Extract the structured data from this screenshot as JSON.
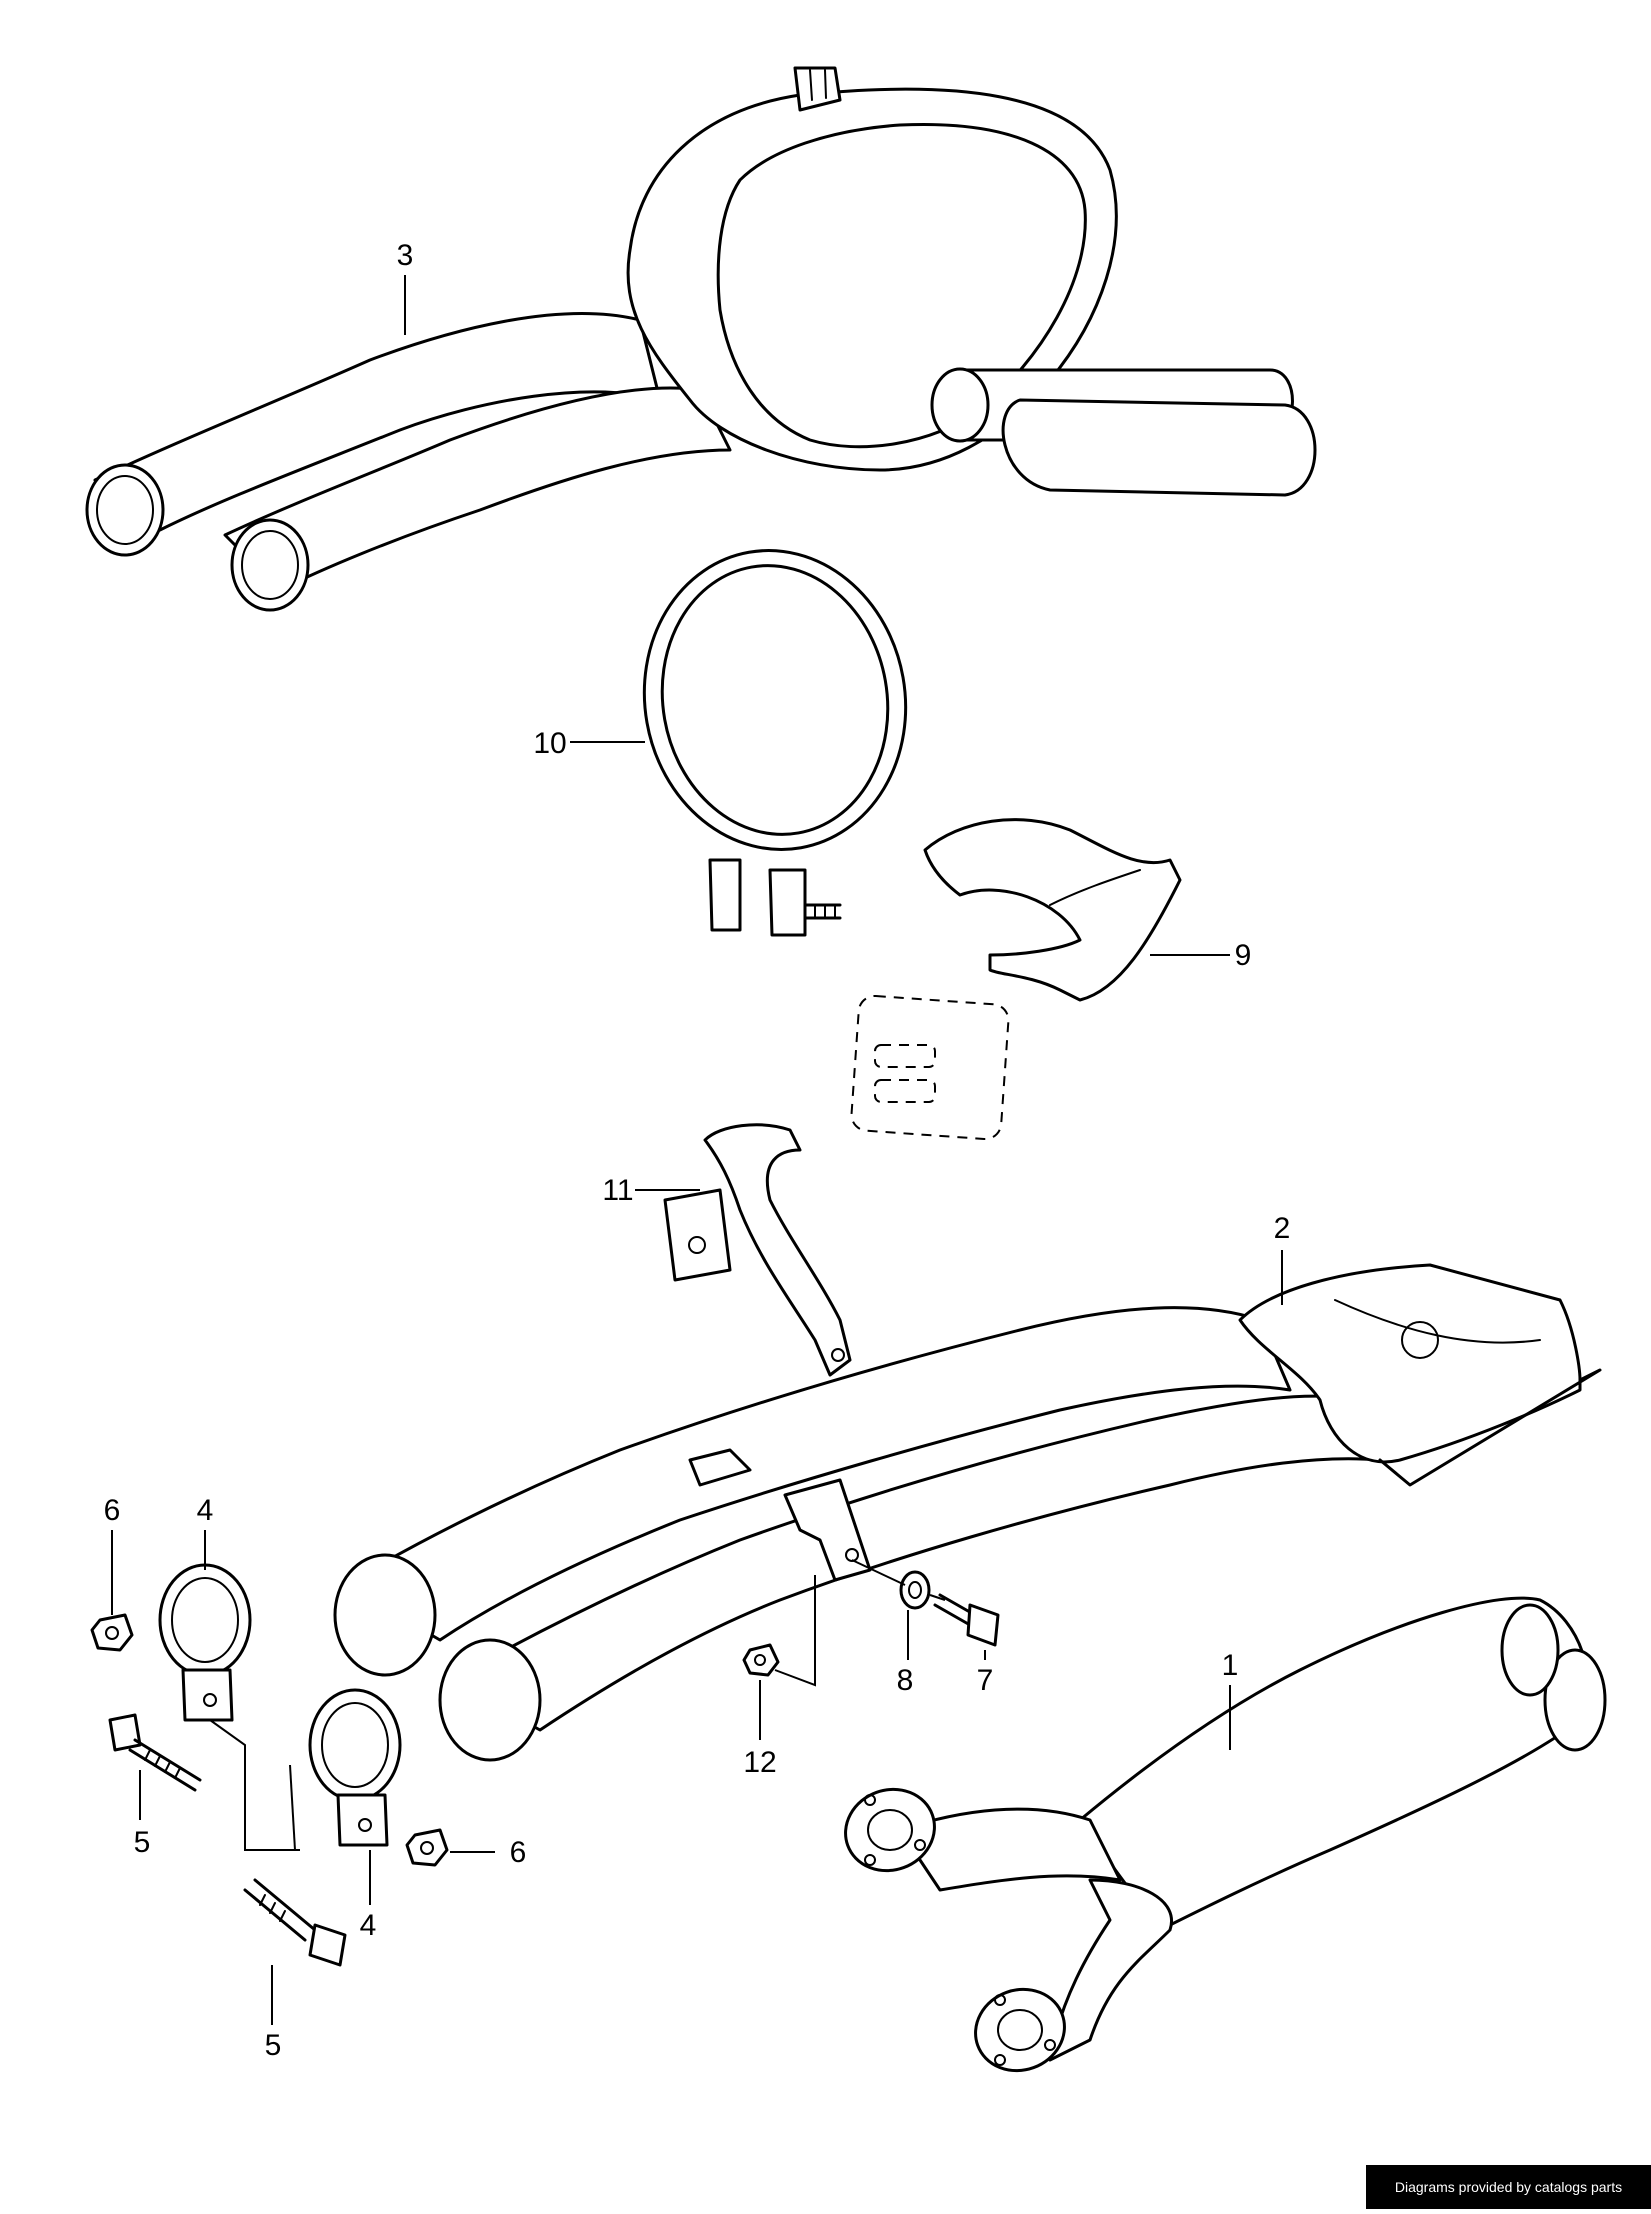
{
  "diagram": {
    "callouts": [
      {
        "id": "c1",
        "label": "1"
      },
      {
        "id": "c2",
        "label": "2"
      },
      {
        "id": "c3",
        "label": "3"
      },
      {
        "id": "c4a",
        "label": "4"
      },
      {
        "id": "c4b",
        "label": "4"
      },
      {
        "id": "c5a",
        "label": "5"
      },
      {
        "id": "c5b",
        "label": "5"
      },
      {
        "id": "c6a",
        "label": "6"
      },
      {
        "id": "c6b",
        "label": "6"
      },
      {
        "id": "c7",
        "label": "7"
      },
      {
        "id": "c8",
        "label": "8"
      },
      {
        "id": "c9",
        "label": "9"
      },
      {
        "id": "c10",
        "label": "10"
      },
      {
        "id": "c11",
        "label": "11"
      },
      {
        "id": "c12",
        "label": "12"
      }
    ]
  },
  "footer": {
    "credit": "Diagrams provided by catalogs parts"
  }
}
